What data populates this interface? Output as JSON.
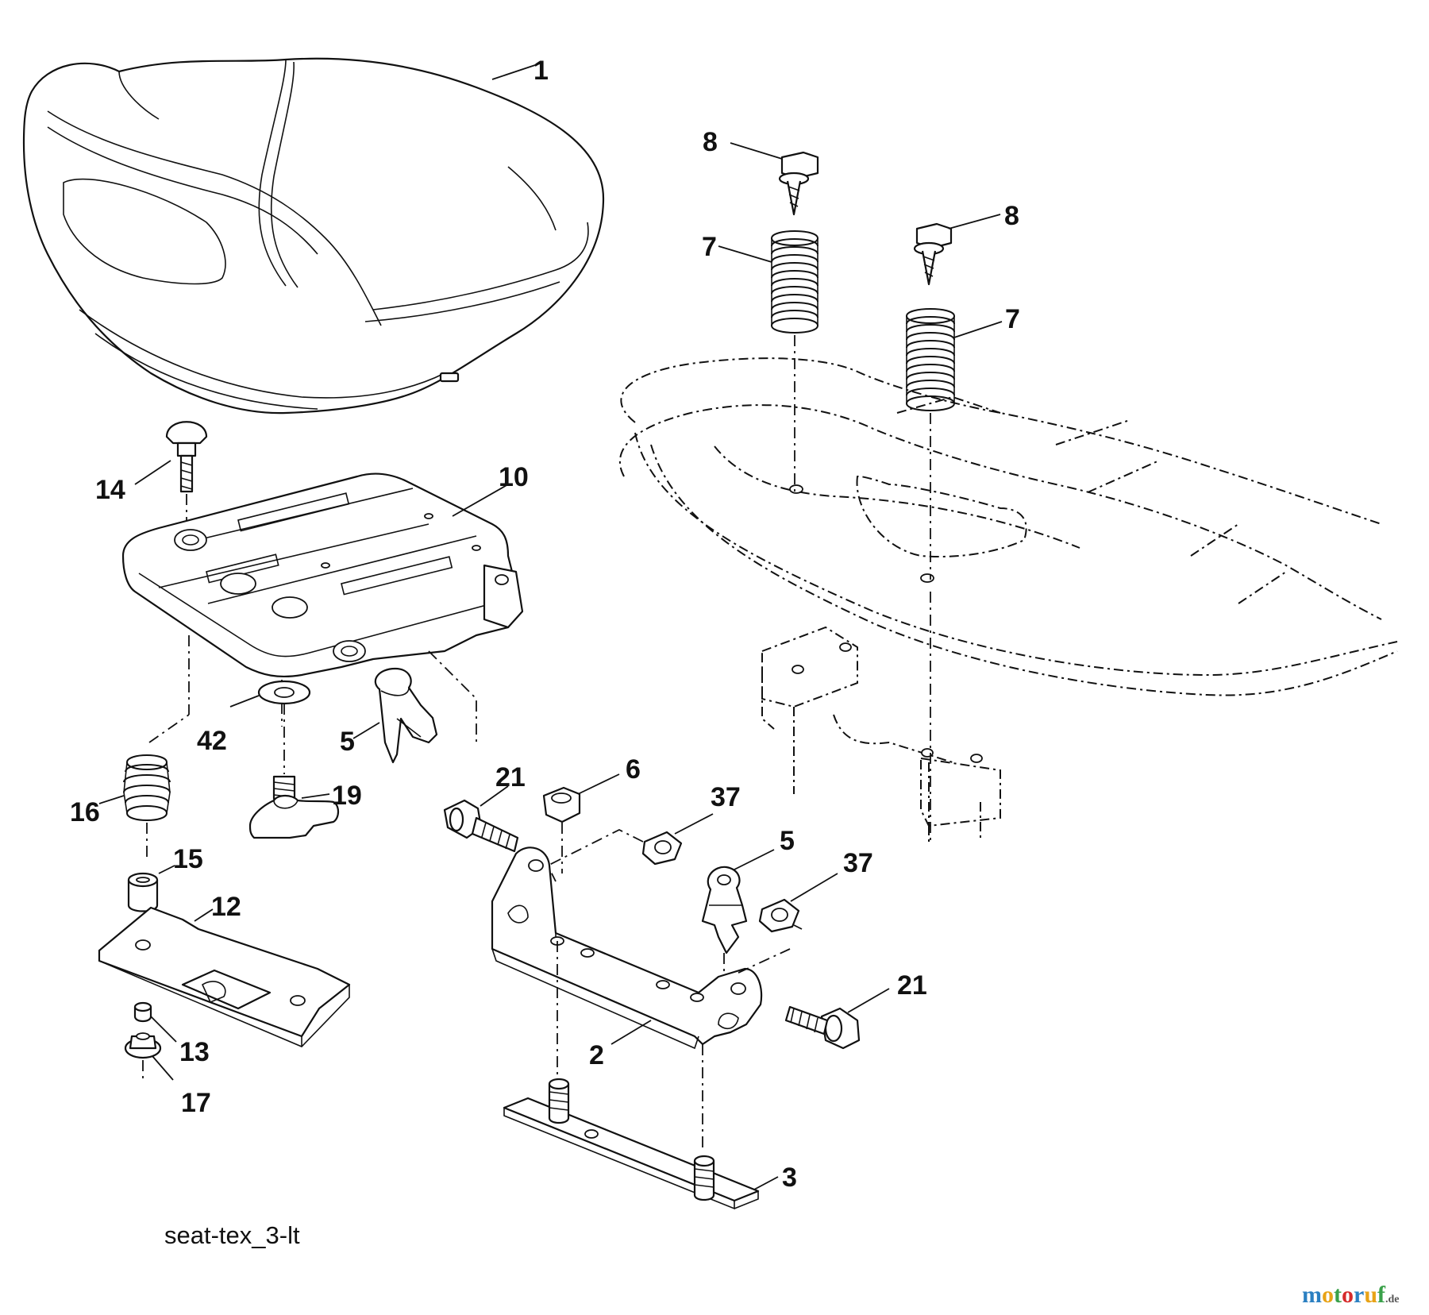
{
  "diagram_id": "seat-tex_3-lt",
  "watermark": {
    "text_main": "motoruf",
    "text_suffix": ".de",
    "colors": [
      "#2a7fc1",
      "#e8a317",
      "#3aa14a",
      "#d62b2b"
    ]
  },
  "callouts": {
    "c1": "1",
    "c2": "2",
    "c3": "3",
    "c5a": "5",
    "c5b": "5",
    "c6": "6",
    "c7a": "7",
    "c7b": "7",
    "c8a": "8",
    "c8b": "8",
    "c10": "10",
    "c12": "12",
    "c13": "13",
    "c14": "14",
    "c15": "15",
    "c16": "16",
    "c17": "17",
    "c19": "19",
    "c21a": "21",
    "c21b": "21",
    "c37a": "37",
    "c37b": "37",
    "c42": "42"
  }
}
